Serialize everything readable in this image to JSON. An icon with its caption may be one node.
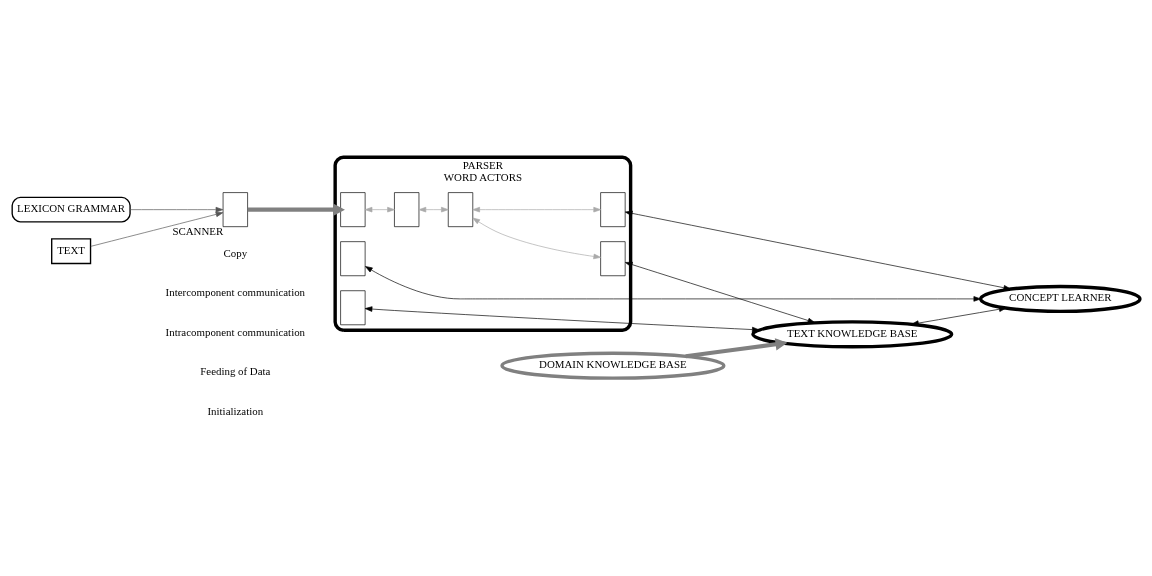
{
  "diagram": {
    "nodes": [
      {
        "text": [
          "LEXICON GRAMMAR"
        ]
      },
      {
        "text": [
          "TEXT"
        ]
      },
      {
        "text": [],
        "shape": "box",
        "beside": [
          "SCANNER"
        ]
      },
      {
        "text": [
          "PARSER",
          "WORD ACTORS"
        ]
      },
      {
        "text": [],
        "shape": "box",
        "in": 3
      },
      {
        "text": [],
        "shape": "box",
        "in": 3
      },
      {
        "text": [],
        "shape": "box",
        "in": 3
      },
      {
        "text": [],
        "shape": "box",
        "in": 3
      },
      {
        "text": [],
        "shape": "box",
        "in": 3
      },
      {
        "text": [],
        "shape": "box",
        "in": 3
      },
      {
        "text": [],
        "shape": "box",
        "in": 3
      },
      {
        "text": [
          "TEXT KNOWLEDGE BASE"
        ]
      },
      {
        "text": [
          "DOMAIN KNOWLEDGE BASE"
        ]
      },
      {
        "text": [
          "CONCEPT LEARNER"
        ]
      }
    ],
    "edges": [
      {
        "from": 0,
        "to": 2,
        "arrow": "to",
        "color": "#555555"
      },
      {
        "from": 1,
        "to": 2,
        "arrow": "to",
        "color": "#555555"
      },
      {
        "from": 2,
        "to": 8,
        "arrow": "to",
        "style": "thick",
        "color": "#808080"
      },
      {
        "from": 8,
        "to": 4,
        "arrow": "both",
        "color": "#aaaaaa"
      },
      {
        "from": 4,
        "to": 7,
        "arrow": "both",
        "color": "#aaaaaa"
      },
      {
        "from": 7,
        "to": 9,
        "arrow": "both",
        "color": "#aaaaaa"
      },
      {
        "from": 7,
        "to": 10,
        "arrow": "both",
        "color": "#aaaaaa"
      },
      {
        "from": 5,
        "to": 13,
        "arrow": "both"
      },
      {
        "from": 6,
        "to": 11,
        "arrow": "both"
      },
      {
        "from": 10,
        "to": 11,
        "arrow": "both"
      },
      {
        "from": 9,
        "to": 13,
        "arrow": "both"
      },
      {
        "from": 11,
        "to": 13,
        "arrow": "both"
      },
      {
        "from": 12,
        "to": 11,
        "arrow": "to",
        "style": "thick",
        "color": "#808080"
      }
    ],
    "legend": [
      {
        "text": "Copy"
      },
      {
        "text": "Intercomponent communication"
      },
      {
        "text": "Intracomponent communication"
      },
      {
        "text": "Feeding of Data"
      },
      {
        "text": "Initialization"
      }
    ]
  }
}
